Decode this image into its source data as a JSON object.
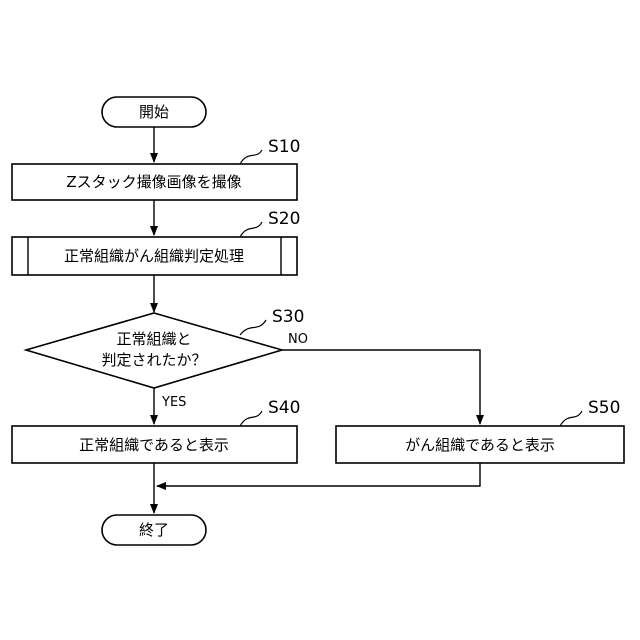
{
  "nodes": {
    "start": {
      "text": "開始"
    },
    "s10": {
      "text": "Zスタック撮像画像を撮像",
      "step": "S10"
    },
    "s20": {
      "text": "正常組織がん組織判定処理",
      "step": "S20"
    },
    "s30": {
      "line1": "正常組織と",
      "line2": "判定されたか？",
      "step": "S30"
    },
    "s40": {
      "text": "正常組織であると表示",
      "step": "S40"
    },
    "s50": {
      "text": "がん組織であると表示",
      "step": "S50"
    },
    "end": {
      "text": "終了"
    }
  },
  "branches": {
    "yes": "YES",
    "no": "NO"
  }
}
